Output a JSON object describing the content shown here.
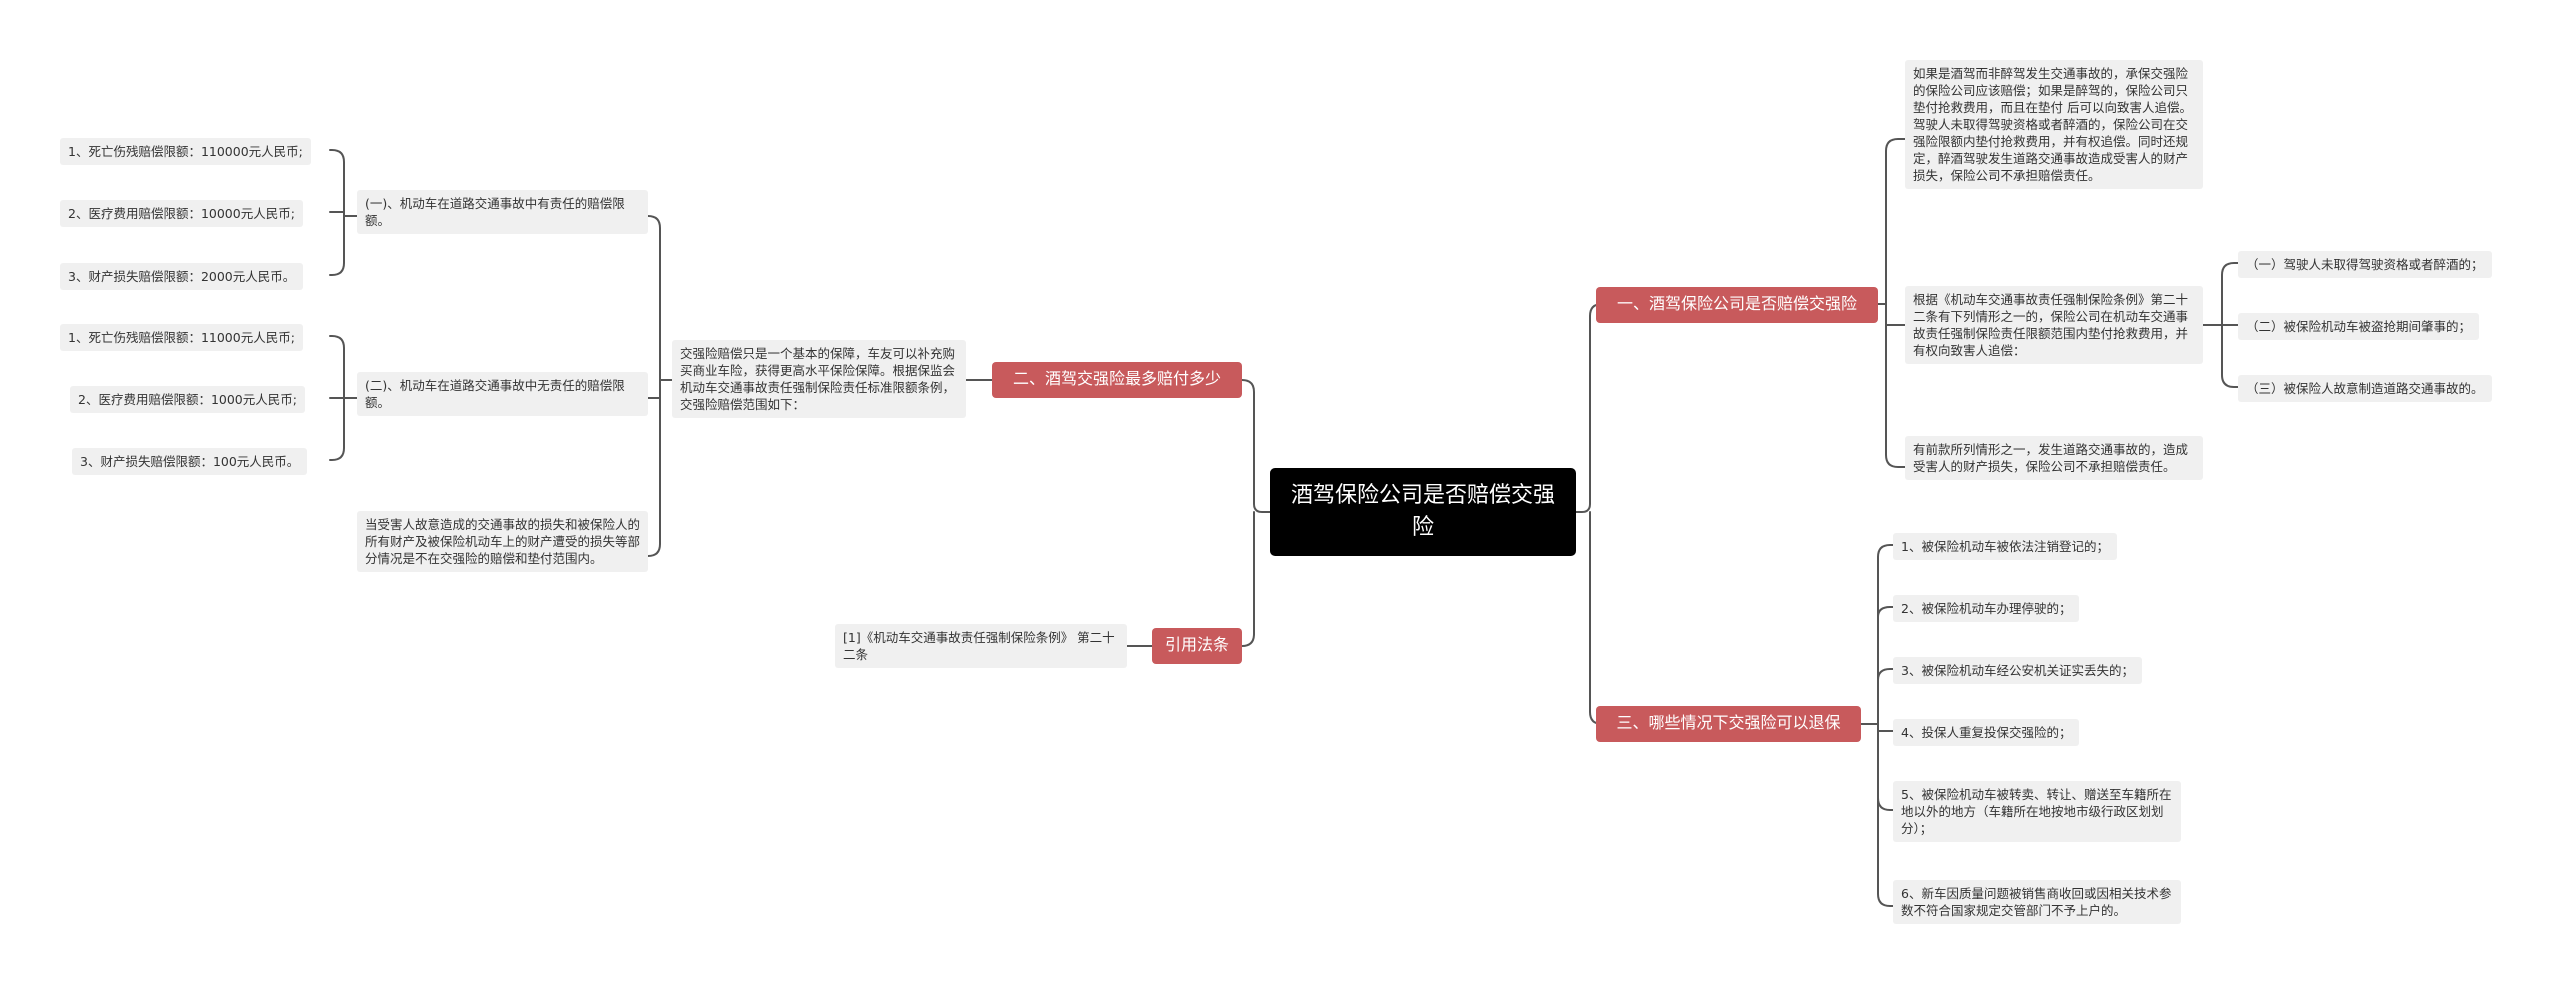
{
  "root": "酒驾保险公司是否赔偿交强险",
  "b1": {
    "label": "一、酒驾保险公司是否赔偿交强险",
    "n1": "如果是酒驾而非醉驾发生交通事故的，承保交强险的保险公司应该赔偿；如果是醉驾的，保险公司只垫付抢救费用，而且在垫付 后可以向致害人追偿。驾驶人未取得驾驶资格或者醉酒的，保险公司在交强险限额内垫付抢救费用，并有权追偿。同时还规定，醉酒驾驶发生道路交通事故造成受害人的财产损失，保险公司不承担赔偿责任。",
    "n2": {
      "text": "根据《机动车交通事故责任强制保险条例》第二十二条有下列情形之一的，保险公司在机动车交通事故责任强制保险责任限额范围内垫付抢救费用，并有权向致害人追偿：",
      "items": [
        "（一）驾驶人未取得驾驶资格或者醉酒的；",
        "（二）被保险机动车被盗抢期间肇事的；",
        "（三）被保险人故意制造道路交通事故的。"
      ]
    },
    "n3": "有前款所列情形之一，发生道路交通事故的，造成受害人的财产损失，保险公司不承担赔偿责任。"
  },
  "b2": {
    "label": "二、酒驾交强险最多赔付多少",
    "intro": "交强险赔偿只是一个基本的保障，车友可以补充购买商业车险，获得更高水平保险保障。根据保监会机动车交通事故责任强制保险责任标准限额条例，交强险赔偿范围如下：",
    "g1": {
      "text": "(一)、机动车在道路交通事故中有责任的赔偿限额。",
      "items": [
        "1、死亡伤残赔偿限额：110000元人民币;",
        "2、医疗费用赔偿限额：10000元人民币;",
        "3、财产损失赔偿限额：2000元人民币。"
      ]
    },
    "g2": {
      "text": "(二)、机动车在道路交通事故中无责任的赔偿限额。",
      "items": [
        "1、死亡伤残赔偿限额：11000元人民币;",
        "2、医疗费用赔偿限额：1000元人民币;",
        "3、财产损失赔偿限额：100元人民币。"
      ]
    },
    "g3": "当受害人故意造成的交通事故的损失和被保险人的所有财产及被保险机动车上的财产遭受的损失等部分情况是不在交强险的赔偿和垫付范围内。"
  },
  "b3": {
    "label": "三、哪些情况下交强险可以退保",
    "items": [
      "1、被保险机动车被依法注销登记的；",
      "2、被保险机动车办理停驶的；",
      "3、被保险机动车经公安机关证实丢失的；",
      "4、投保人重复投保交强险的；",
      "5、被保险机动车被转卖、转让、赠送至车籍所在地以外的地方（车籍所在地按地市级行政区划划分）；",
      "6、新车因质量问题被销售商收回或因相关技术参数不符合国家规定交管部门不予上户的。"
    ]
  },
  "b4": {
    "label": "引用法条",
    "ref": "[1]《机动车交通事故责任强制保险条例》 第二十二条"
  },
  "colors": {
    "root_bg": "#000000",
    "branch_bg": "#c85a5c",
    "leaf_bg": "#f0f0f0",
    "line": "#555555"
  }
}
